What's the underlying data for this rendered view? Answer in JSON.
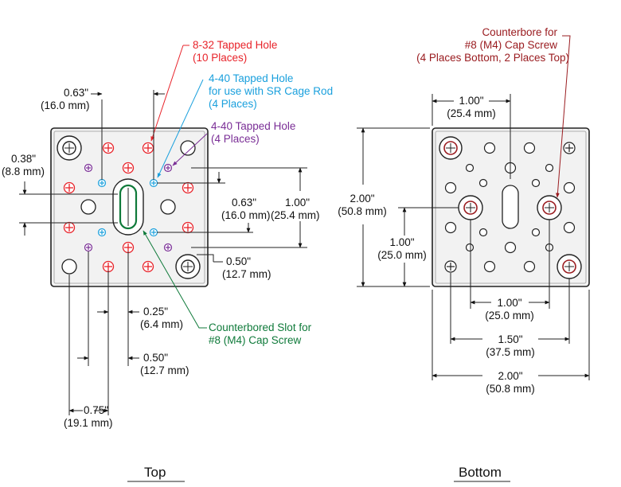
{
  "colors": {
    "red": "#e8232a",
    "blue": "#1aa0dd",
    "purple": "#7a2e96",
    "green": "#0f7a3a",
    "darkred": "#9a1c20",
    "plate": "#f2f2f2"
  },
  "top": {
    "title": "Top",
    "callouts": {
      "tapped_832": [
        "8-32 Tapped Hole",
        "(10 Places)"
      ],
      "tapped_440_rod": [
        "4-40 Tapped Hole",
        "for use with SR Cage Rod",
        "(4 Places)"
      ],
      "tapped_440": [
        "4-40 Tapped Hole",
        "(4 Places)"
      ],
      "slot": [
        "Counterbored Slot for",
        "#8 (M4) Cap Screw"
      ]
    },
    "dims": {
      "d063_in": "0.63\"",
      "d063_mm": "(16.0 mm)",
      "d038_in": "0.38\"",
      "d038_mm": "(8.8 mm)",
      "d063v_in": "0.63\"",
      "d063v_mm": "(16.0 mm)",
      "d100v_in": "1.00\"",
      "d100v_mm": "(25.4 mm)",
      "d050r_in": "0.50\"",
      "d050r_mm": "(12.7 mm)",
      "d025_in": "0.25\"",
      "d025_mm": "(6.4 mm)",
      "d050b_in": "0.50\"",
      "d050b_mm": "(12.7 mm)",
      "d075_in": "0.75\"",
      "d075_mm": "(19.1 mm)"
    }
  },
  "bottom": {
    "title": "Bottom",
    "callouts": {
      "counterbore": [
        "Counterbore for",
        "#8 (M4) Cap Screw",
        "(4 Places Bottom, 2 Places Top)"
      ]
    },
    "dims": {
      "w100t_in": "1.00\"",
      "w100t_mm": "(25.4 mm)",
      "h200_in": "2.00\"",
      "h200_mm": "(50.8 mm)",
      "h100_in": "1.00\"",
      "h100_mm": "(25.0 mm)",
      "w100b_in": "1.00\"",
      "w100b_mm": "(25.0 mm)",
      "w150_in": "1.50\"",
      "w150_mm": "(37.5 mm)",
      "w200_in": "2.00\"",
      "w200_mm": "(50.8 mm)"
    }
  }
}
